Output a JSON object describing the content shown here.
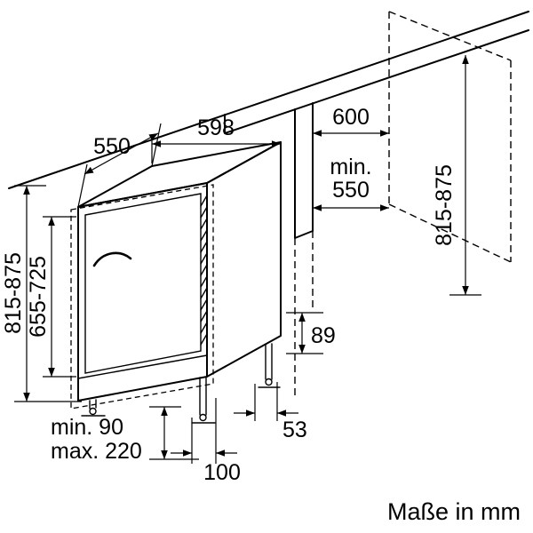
{
  "diagram": {
    "caption": "Maße in mm",
    "labels": {
      "depth_top": "550",
      "width_top": "598",
      "niche_width": "600",
      "niche_depth_line1": "min.",
      "niche_depth_line2": "550",
      "appliance_height_left": "815-875",
      "door_height": "655-725",
      "niche_height_right": "815-875",
      "rear_gap": "89",
      "plinth_min": "min. 90",
      "plinth_max": "max. 220",
      "foot_inset": "100",
      "rear_foot_offset": "53"
    },
    "colors": {
      "ink": "#000000",
      "background": "#ffffff"
    }
  }
}
